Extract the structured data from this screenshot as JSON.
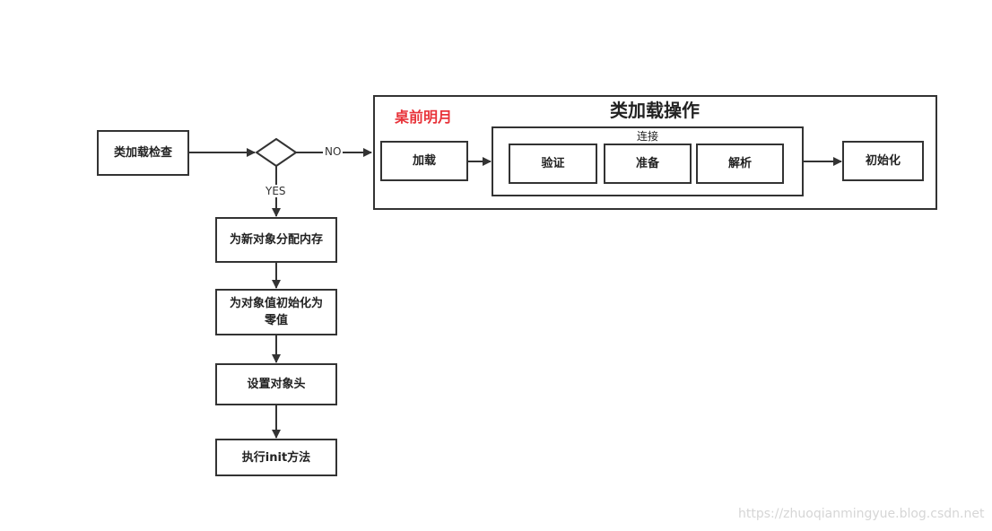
{
  "nodes": {
    "class_load_check": "类加载检查",
    "alloc_memory": "为新对象分配内存",
    "init_zero": "为对象值初始化为\n零值",
    "set_header": "设置对象头",
    "exec_init": "执行init方法",
    "loading": "加载",
    "verify": "验证",
    "prepare": "准备",
    "resolve": "解析",
    "initialize": "初始化"
  },
  "groups": {
    "class_load_ops_title": "类加载操作",
    "linking_title": "连接",
    "brand_text": "桌前明月"
  },
  "edges": {
    "yes_label": "YES",
    "no_label": "NO"
  },
  "watermark": "https://zhuoqianmingyue.blog.csdn.net",
  "colors": {
    "stroke": "#333333",
    "brand": "#e8333a",
    "watermark": "#d6d6d6"
  }
}
